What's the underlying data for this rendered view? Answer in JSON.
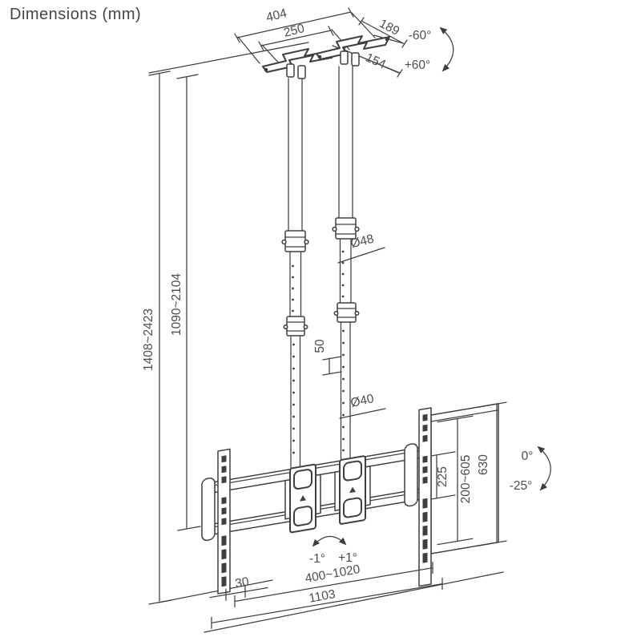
{
  "title": "Dimensions (mm)",
  "colors": {
    "line": "#3f3f3f",
    "text": "#4d4d4d",
    "background": "#ffffff"
  },
  "dimensions": {
    "top": {
      "overall_width": "404",
      "inner_width": "250",
      "bracket_depth_outer": "189",
      "bracket_depth_inner": "154"
    },
    "rotation": {
      "ccw": "-60°",
      "cw": "+60°"
    },
    "height": {
      "overall": "1408~2423",
      "pole": "1090~2104"
    },
    "pole": {
      "upper_diameter": "Ø48",
      "hole_step": "50",
      "lower_diameter": "Ø40"
    },
    "screen": {
      "plate_height": "225",
      "height_range": "200~605",
      "panel_height": "630"
    },
    "tilt": {
      "up": "0°",
      "down": "-25°"
    },
    "level": {
      "minus": "-1°",
      "plus": "+1°"
    },
    "bottom": {
      "edge_offset": "30",
      "rail_range": "400~1020",
      "overall_width": "1103"
    }
  }
}
